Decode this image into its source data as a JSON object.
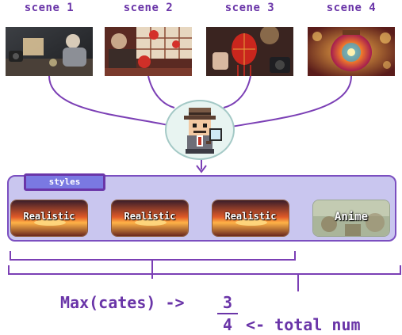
{
  "scenes": [
    {
      "label": "scene 1",
      "image": "craftsman-lantern-photo"
    },
    {
      "label": "scene 2",
      "image": "red-lantern-window-photo"
    },
    {
      "label": "scene 3",
      "image": "hanging-red-lantern-photo"
    },
    {
      "label": "scene 4",
      "image": "glowing-ornate-lantern-photo"
    }
  ],
  "detective": {
    "icon": "pixel-detective-icon"
  },
  "styles": {
    "tag": "styles",
    "items": [
      {
        "label": "Realistic",
        "kind": "realistic"
      },
      {
        "label": "Realistic",
        "kind": "realistic"
      },
      {
        "label": "Realistic",
        "kind": "realistic"
      },
      {
        "label": "Anime",
        "kind": "anime"
      }
    ]
  },
  "formula": {
    "left": "Max(cates) -> ",
    "numerator": "3",
    "denominator": "4",
    "right": " <- total num"
  },
  "colors": {
    "accent": "#6a35a8",
    "panel": "#c9c6ef",
    "tag": "#7a79e2"
  }
}
